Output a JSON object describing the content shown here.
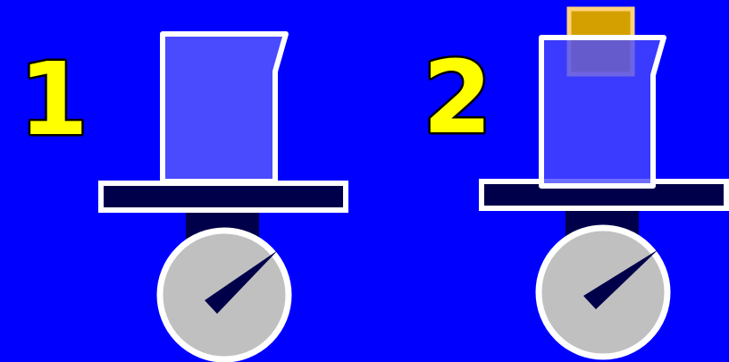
{
  "colors": {
    "background": "#0000FF",
    "beaker_fill": "#4A4AFF",
    "outline": "#FFFFFF",
    "platform": "#00004A",
    "dial_face": "#C0C0C0",
    "needle": "#00004A",
    "number_fill": "#FFFF00",
    "number_outline": "#000000",
    "weight_fill": "#D4A000",
    "weight_outline": "#FFD27A"
  },
  "panels": [
    {
      "step_label": "1",
      "contents": "empty-beaker",
      "icons": [
        "beaker-icon",
        "scale-icon",
        "dial-icon",
        "needle-icon"
      ]
    },
    {
      "step_label": "2",
      "contents": "beaker-with-submerged-block",
      "icons": [
        "beaker-icon",
        "block-icon",
        "scale-icon",
        "dial-icon",
        "needle-icon"
      ]
    }
  ]
}
